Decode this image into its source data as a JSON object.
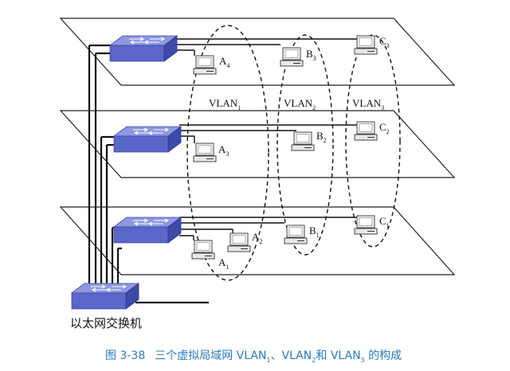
{
  "figure": {
    "caption_prefix": "图 3-38",
    "caption_text": "三个虚拟局域网 VLAN",
    "caption_sub1": "1",
    "caption_sep1": "、VLAN",
    "caption_sub2": "2",
    "caption_sep2": "和 VLAN",
    "caption_sub3": "3",
    "caption_suffix": " 的构成",
    "caption_color": "#2a7bbf"
  },
  "trunk_switch": {
    "label": "以太网交换机",
    "icon": "switch-icon"
  },
  "vlans": [
    {
      "name": "VLAN",
      "sub": "1"
    },
    {
      "name": "VLAN",
      "sub": "2"
    },
    {
      "name": "VLAN",
      "sub": "3"
    }
  ],
  "floors": [
    {
      "level": "top",
      "hosts": [
        {
          "letter": "A",
          "sub": "4"
        },
        {
          "letter": "B",
          "sub": "3"
        },
        {
          "letter": "C",
          "sub": "3"
        }
      ]
    },
    {
      "level": "middle",
      "hosts": [
        {
          "letter": "A",
          "sub": "3"
        },
        {
          "letter": "B",
          "sub": "2"
        },
        {
          "letter": "C",
          "sub": "2"
        }
      ]
    },
    {
      "level": "bottom",
      "hosts": [
        {
          "letter": "A",
          "sub": "2"
        },
        {
          "letter": "A",
          "sub": "1"
        },
        {
          "letter": "B",
          "sub": "1"
        },
        {
          "letter": "C",
          "sub": "1"
        }
      ]
    }
  ],
  "colors": {
    "switch_top": "#8d98e0",
    "switch_front": "#5a66c8",
    "switch_side": "#3e4aa8",
    "caption": "#2a7bbf"
  }
}
